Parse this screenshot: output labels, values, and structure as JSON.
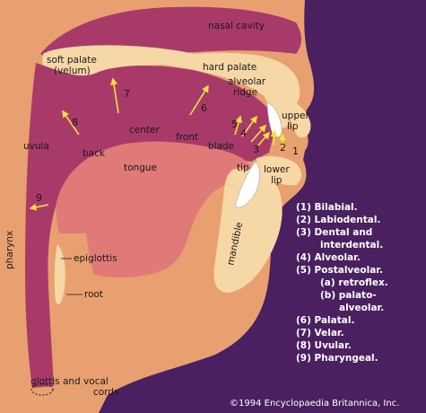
{
  "colors": {
    "face": "#e8a070",
    "tract": "#a83a6a",
    "tongue": "#e07a78",
    "pale": "#f6d7a6",
    "background": "#4a2060",
    "arrow": "#f5e23a"
  },
  "labels": {
    "nasal_cavity": "nasal cavity",
    "soft_palate_1": "soft palate",
    "soft_palate_2": "(velum)",
    "hard_palate": "hard palate",
    "alveolar_1": "alveolar",
    "alveolar_2": "ridge",
    "upper_lip_1": "upper",
    "upper_lip_2": "lip",
    "uvula": "uvula",
    "back": "back",
    "center": "center",
    "front": "front",
    "blade": "blade",
    "tip": "tip",
    "tongue": "tongue",
    "lower_lip_1": "lower",
    "lower_lip_2": "lip",
    "mandible": "mandible",
    "pharynx": "pharynx",
    "epiglottis": "epiglottis",
    "root": "root",
    "glottis_1": "glottis and vocal",
    "glottis_2": "cords"
  },
  "arrow_numbers": {
    "n1": "1",
    "n2": "2",
    "n3": "3",
    "n4": "4",
    "n5": "5",
    "n6": "6",
    "n7": "7",
    "n8": "8",
    "n9": "9"
  },
  "legend": [
    "(1) Bilabial.",
    "(2) Labiodental.",
    "(3) Dental and",
    "interdental.",
    "(4) Alveolar.",
    "(5) Postalveolar.",
    "(a) retroflex.",
    "(b) palato-",
    "alveolar.",
    "(6) Palatal.",
    "(7) Velar.",
    "(8) Uvular.",
    "(9) Pharyngeal."
  ],
  "copyright": "©1994 Encyclopaedia Britannica, Inc."
}
